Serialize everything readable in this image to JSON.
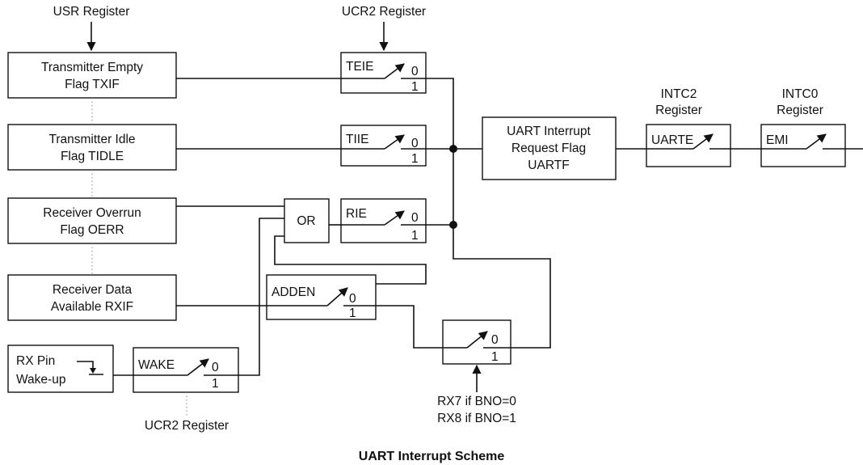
{
  "top_labels": {
    "usr_register": "USR Register",
    "ucr2_register": "UCR2 Register",
    "intc2_line1": "INTC2",
    "intc2_line2": "Register",
    "intc0_line1": "INTC0",
    "intc0_line2": "Register"
  },
  "sources": {
    "txif_line1": "Transmitter Empty",
    "txif_line2": "Flag TXIF",
    "tidle_line1": "Transmitter Idle",
    "tidle_line2": "Flag TIDLE",
    "oerr_line1": "Receiver Overrun",
    "oerr_line2": "Flag OERR",
    "rxif_line1": "Receiver Data",
    "rxif_line2": "Available RXIF",
    "rxpin_line1": "RX Pin",
    "rxpin_line2": "Wake-up"
  },
  "switches": {
    "teie": "TEIE",
    "tiie": "TIIE",
    "rie": "RIE",
    "adden": "ADDEN",
    "wake": "WAKE",
    "uarte": "UARTE",
    "emi": "EMI",
    "pos0": "0",
    "pos1": "1"
  },
  "gates": {
    "or": "OR"
  },
  "uartf": {
    "line1": "UART Interrupt",
    "line2": "Request Flag",
    "line3": "UARTF"
  },
  "bottom_labels": {
    "ucr2_register": "UCR2 Register",
    "rx7": "RX7 if BNO=0",
    "rx8": "RX8 if BNO=1"
  },
  "caption": "UART Interrupt Scheme"
}
